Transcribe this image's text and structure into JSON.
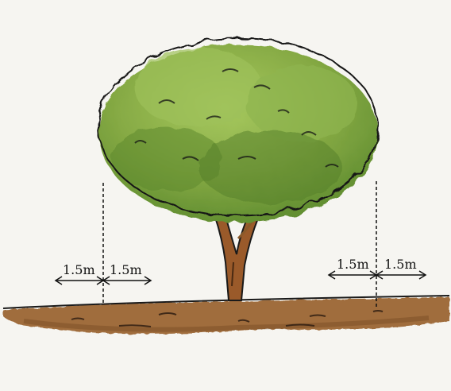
{
  "labels": {
    "left_outer": "1.5m",
    "left_inner": "1.5m",
    "right_inner": "1.5m",
    "right_outer": "1.5m"
  },
  "colors": {
    "paper": "#f6f5f1",
    "foliage_light": "#9ec15a",
    "foliage_mid": "#7ea33c",
    "foliage_dark": "#4f7a28",
    "trunk": "#9a5a2a",
    "ground": "#9b6a3c",
    "ink": "#111111"
  }
}
